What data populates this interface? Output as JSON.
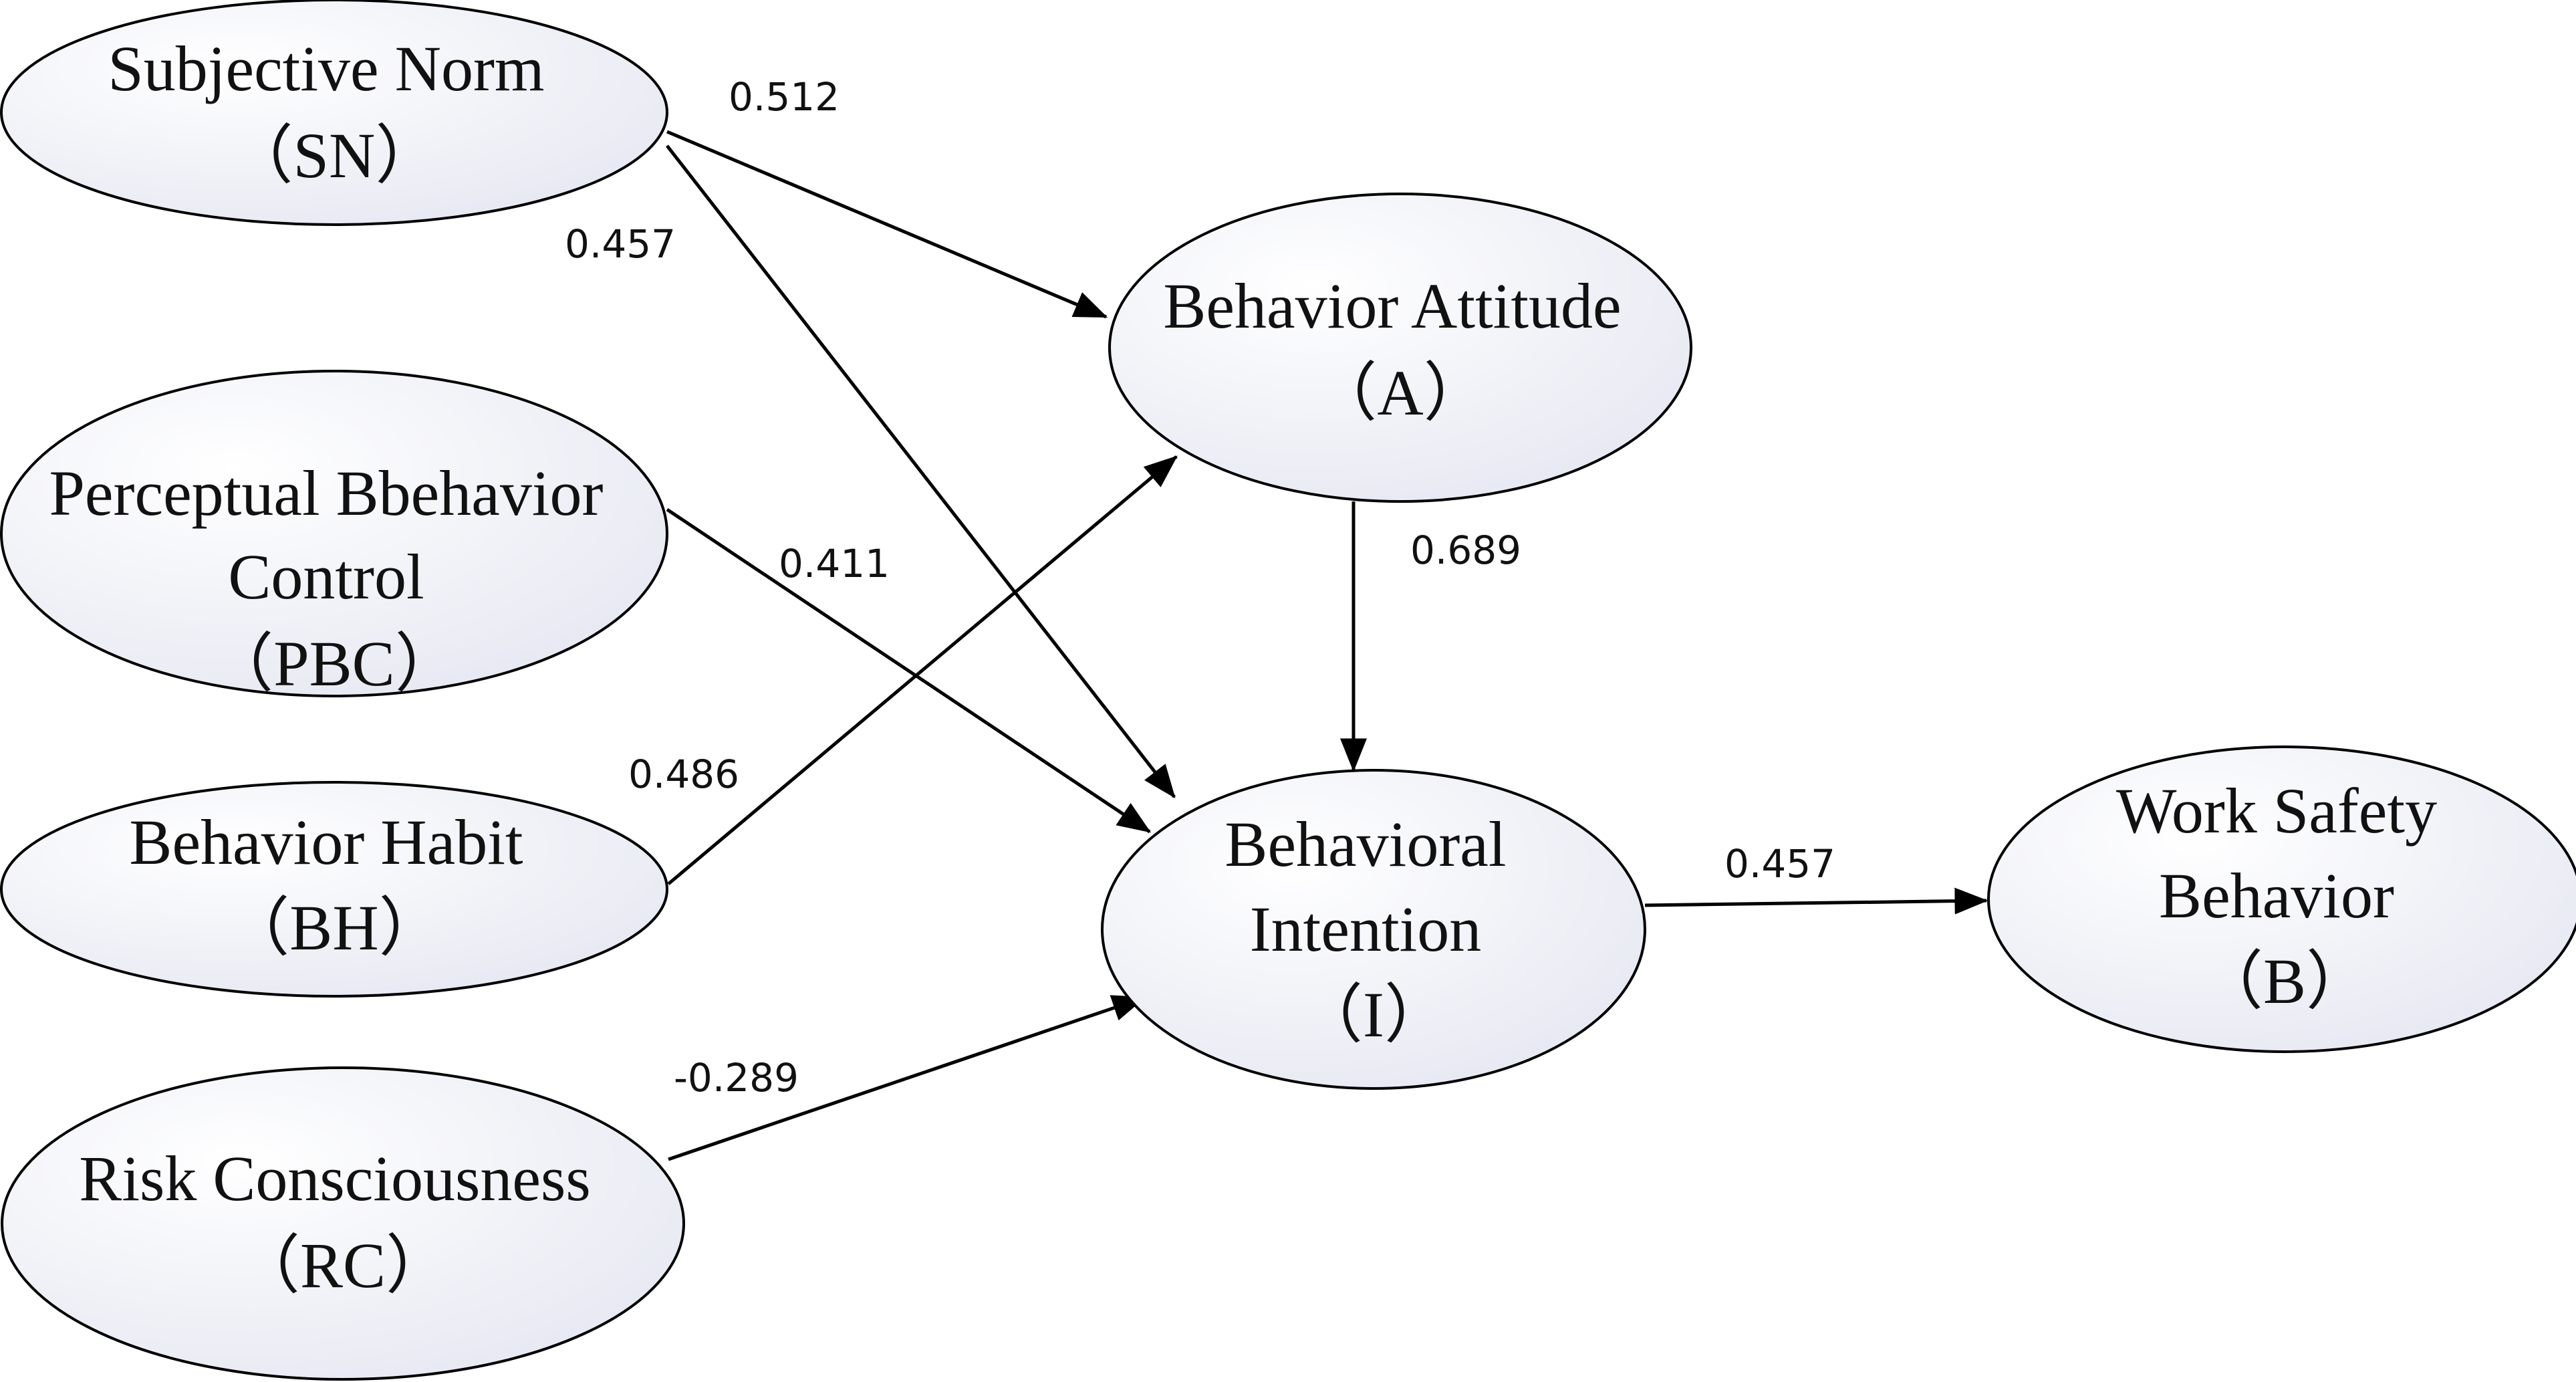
{
  "nodes": {
    "sn": {
      "lines": [
        "Subjective Norm",
        "（SN）"
      ]
    },
    "pbc": {
      "lines": [
        "Perceptual Bbehavior",
        "Control",
        "（PBC）"
      ]
    },
    "bh": {
      "lines": [
        "Behavior Habit",
        "（BH）"
      ]
    },
    "rc": {
      "lines": [
        "Risk Consciousness",
        "（RC）"
      ]
    },
    "a": {
      "lines": [
        "Behavior Attitude",
        "（A）"
      ]
    },
    "i": {
      "lines": [
        "Behavioral",
        "Intention",
        "（I）"
      ]
    },
    "b": {
      "lines": [
        "Work Safety",
        "Behavior",
        "（B）"
      ]
    }
  },
  "edges": {
    "sn_a": {
      "coef": "0.512"
    },
    "sn_i": {
      "coef": "0.457"
    },
    "pbc_i": {
      "coef": "0.411"
    },
    "bh_a": {
      "coef": "0.486"
    },
    "rc_i": {
      "coef": "-0.289"
    },
    "a_i": {
      "coef": "0.689"
    },
    "i_b": {
      "coef": "0.457"
    }
  },
  "colors": {
    "node_fill_start": "#ffffff",
    "node_fill_end": "#e6e8f2",
    "line": "#000000"
  }
}
